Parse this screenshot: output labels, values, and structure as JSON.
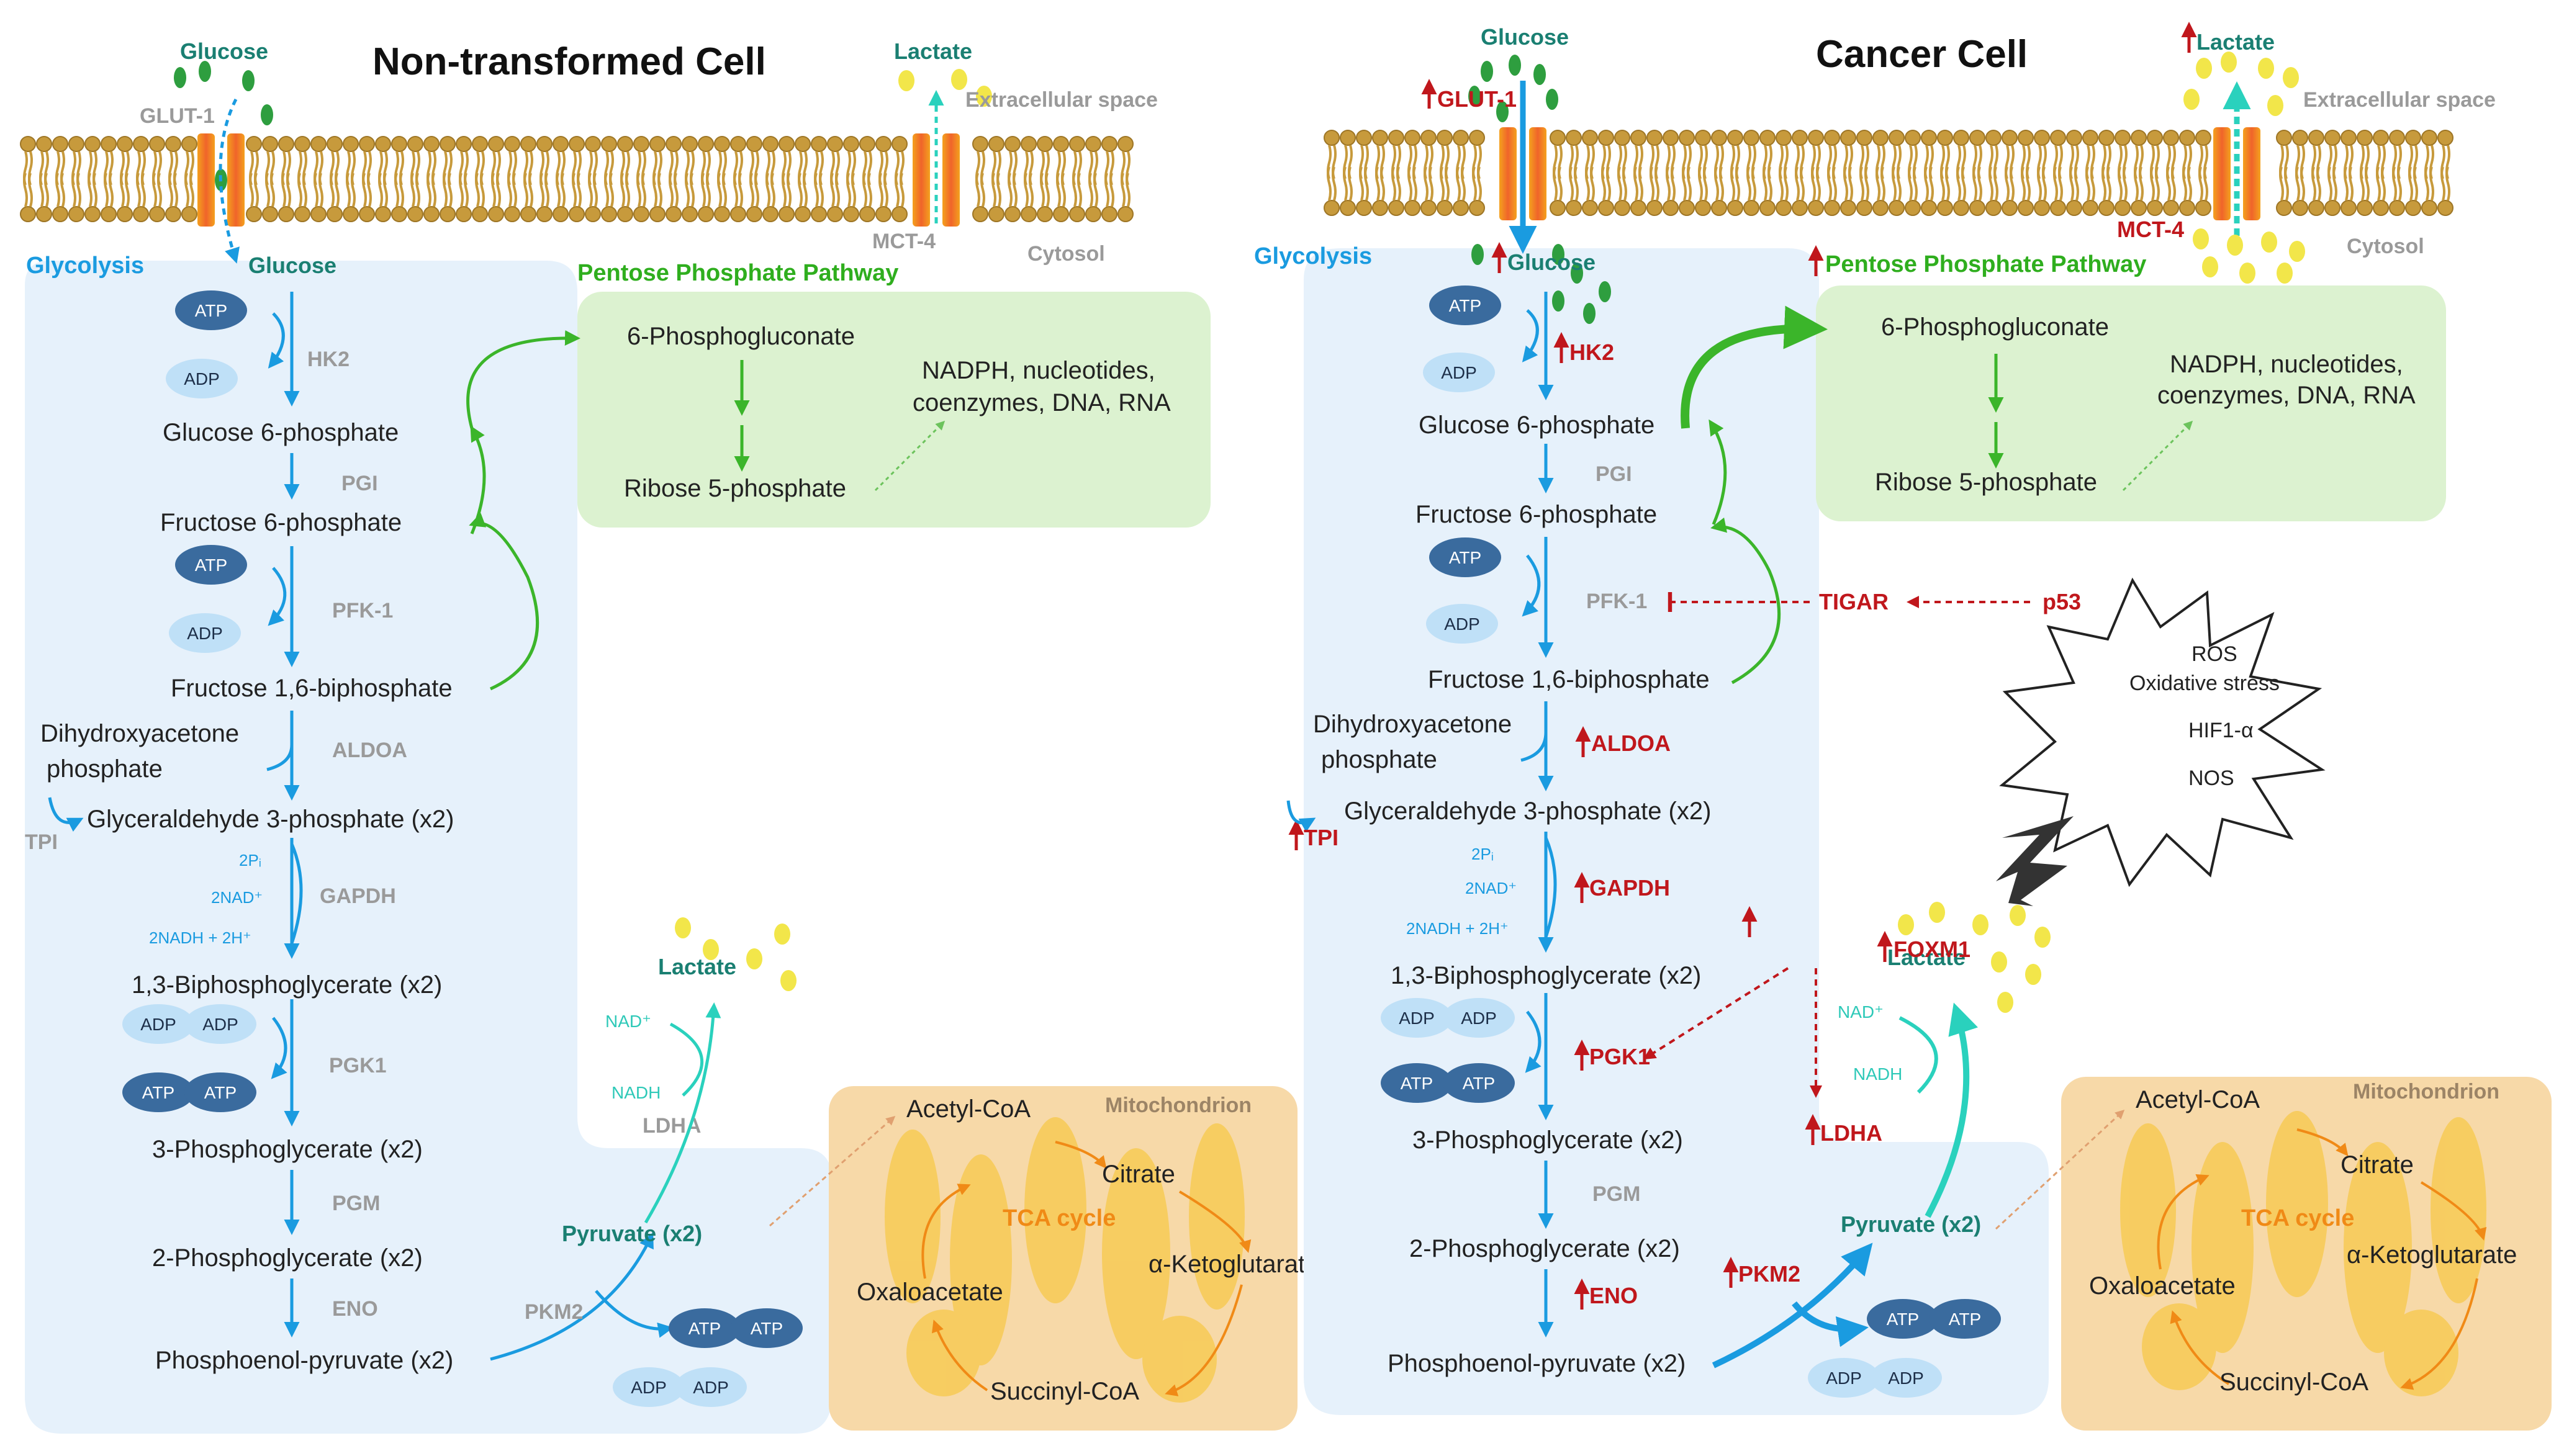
{
  "colors": {
    "glycolysis_bg": "#e6f1fb",
    "ppp_bg": "#dcf2d0",
    "mito_bg": "#f7d9a8",
    "glycolysis_arrow": "#1a9be0",
    "ppp_arrow": "#3bb52a",
    "lactate_arrow": "#2ad1bd",
    "regulation_red": "#c0171c",
    "tca_orange": "#f08a16",
    "atp_dark": "#3a6b9e",
    "adp_light": "#bfe0f7",
    "glucose_dot": "#2e9e3f",
    "lactate_dot": "#f2e64a"
  },
  "left": {
    "title": "Non-transformed Cell",
    "extracellular_label": "Extracellular space",
    "cytosol_label": "Cytosol",
    "glut_label": "GLUT-1",
    "mct_label": "MCT-4",
    "glucose_out": "Glucose",
    "glucose_in": "Glucose",
    "lactate_out": "Lactate",
    "glycolysis_label": "Glycolysis",
    "ppp_label": "Pentose Phosphate Pathway",
    "metabolites": {
      "g6p": "Glucose 6-phosphate",
      "f6p": "Fructose 6-phosphate",
      "f16bp": "Fructose 1,6-biphosphate",
      "dhap_1": "Dihydroxyacetone",
      "dhap_2": "phosphate",
      "g3p": "Glyceraldehyde 3-phosphate (x2)",
      "bpg13": "1,3-Biphosphoglycerate (x2)",
      "pg3": "3-Phosphoglycerate (x2)",
      "pg2": "2-Phosphoglycerate (x2)",
      "pep": "Phosphoenol-pyruvate (x2)",
      "pyruvate": "Pyruvate (x2)",
      "lactate": "Lactate"
    },
    "enzymes": {
      "hk2": "HK2",
      "pgi": "PGI",
      "pfk1": "PFK-1",
      "aldoa": "ALDOA",
      "tpi": "TPI",
      "gapdh": "GAPDH",
      "pgk1": "PGK1",
      "pgm": "PGM",
      "eno": "ENO",
      "pkm2": "PKM2",
      "ldha": "LDHA"
    },
    "cofactors": {
      "atp": "ATP",
      "adp": "ADP",
      "pi": "2Pᵢ",
      "nad": "2NAD⁺",
      "nadh": "2NADH + 2H⁺",
      "nad_l": "NAD⁺",
      "nadh_l": "NADH"
    },
    "ppp": {
      "pgluconate": "6-Phosphogluconate",
      "r5p": "Ribose 5-phosphate",
      "products_1": "NADPH, nucleotides,",
      "products_2": "coenzymes, DNA, RNA"
    },
    "mito": {
      "label": "Mitochondrion",
      "acetyl": "Acetyl-CoA",
      "citrate": "Citrate",
      "tca": "TCA cycle",
      "akg": "α-Ketoglutarate",
      "oaa": "Oxaloacetate",
      "succ": "Succinyl-CoA"
    }
  },
  "right": {
    "title": "Cancer Cell",
    "extracellular_label": "Extracellular space",
    "cytosol_label": "Cytosol",
    "glut_label": "GLUT-1",
    "mct_label": "MCT-4",
    "glucose_out": "Glucose",
    "glucose_in": "Glucose",
    "lactate_out": "Lactate",
    "glycolysis_label": "Glycolysis",
    "ppp_label": "Pentose Phosphate Pathway",
    "metabolites": {
      "g6p": "Glucose 6-phosphate",
      "f6p": "Fructose 6-phosphate",
      "f16bp": "Fructose 1,6-biphosphate",
      "dhap_1": "Dihydroxyacetone",
      "dhap_2": "phosphate",
      "g3p": "Glyceraldehyde 3-phosphate (x2)",
      "bpg13": "1,3-Biphosphoglycerate (x2)",
      "pg3": "3-Phosphoglycerate (x2)",
      "pg2": "2-Phosphoglycerate (x2)",
      "pep": "Phosphoenol-pyruvate (x2)",
      "pyruvate": "Pyruvate (x2)",
      "lactate": "Lactate"
    },
    "enzymes": {
      "hk2": "HK2",
      "pgi": "PGI",
      "pfk1": "PFK-1",
      "aldoa": "ALDOA",
      "tpi": "TPI",
      "gapdh": "GAPDH",
      "pgk1": "PGK1",
      "pgm": "PGM",
      "eno": "ENO",
      "pkm2": "PKM2",
      "ldha": "LDHA",
      "tigar": "TIGAR",
      "p53": "p53",
      "foxm1": "FOXM1"
    },
    "cofactors": {
      "atp": "ATP",
      "adp": "ADP",
      "pi": "2Pᵢ",
      "nad": "2NAD⁺",
      "nadh": "2NADH + 2H⁺",
      "nad_l": "NAD⁺",
      "nadh_l": "NADH"
    },
    "ppp": {
      "pgluconate": "6-Phosphogluconate",
      "r5p": "Ribose 5-phosphate",
      "products_1": "NADPH, nucleotides,",
      "products_2": "coenzymes, DNA, RNA"
    },
    "mito": {
      "label": "Mitochondrion",
      "acetyl": "Acetyl-CoA",
      "citrate": "Citrate",
      "tca": "TCA cycle",
      "akg": "α-Ketoglutarate",
      "oaa": "Oxaloacetate",
      "succ": "Succinyl-CoA"
    },
    "stress": {
      "ros": "ROS",
      "oxidative": "Oxidative stress",
      "hif": "HIF1-α",
      "nos": "NOS"
    }
  }
}
